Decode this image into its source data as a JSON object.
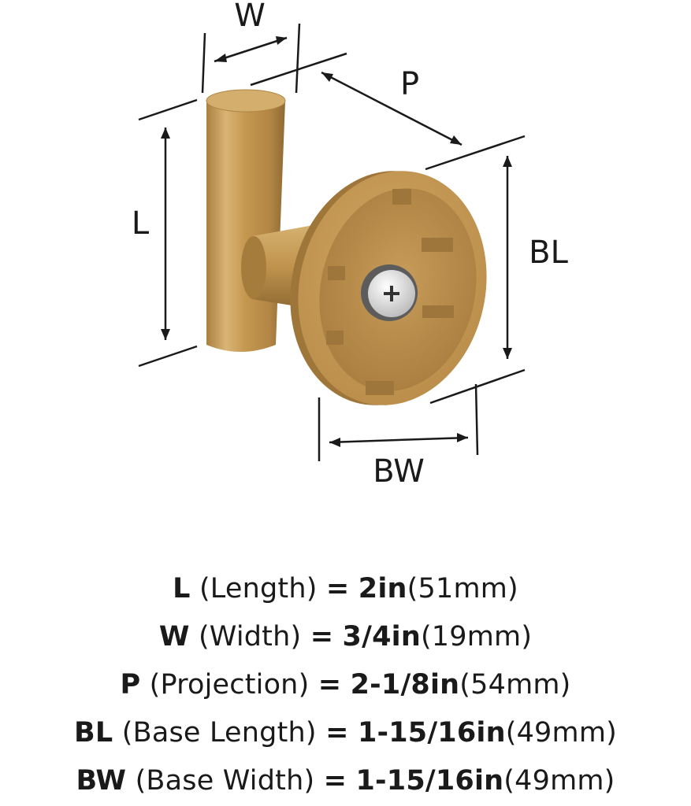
{
  "diagram": {
    "labels": {
      "w": "W",
      "p": "P",
      "l": "L",
      "bl": "BL",
      "bw": "BW"
    },
    "colors": {
      "finish": "#c89a55",
      "finish_dark": "#8f6a33",
      "finish_light": "#e2c186",
      "line": "#1a1a1a",
      "screw": "#dcdcdc"
    }
  },
  "specs": [
    {
      "code": "L",
      "name": "(Length)",
      "eq": "=",
      "imperial": "2in",
      "metric": "(51mm)"
    },
    {
      "code": "W",
      "name": "(Width)",
      "eq": "=",
      "imperial": "3/4in",
      "metric": "(19mm)"
    },
    {
      "code": "P",
      "name": "(Projection)",
      "eq": "=",
      "imperial": "2-1/8in",
      "metric": "(54mm)"
    },
    {
      "code": "BL",
      "name": "(Base Length)",
      "eq": "=",
      "imperial": "1-15/16in",
      "metric": "(49mm)"
    },
    {
      "code": "BW",
      "name": "(Base Width)",
      "eq": "=",
      "imperial": "1-15/16in",
      "metric": "(49mm)"
    }
  ]
}
